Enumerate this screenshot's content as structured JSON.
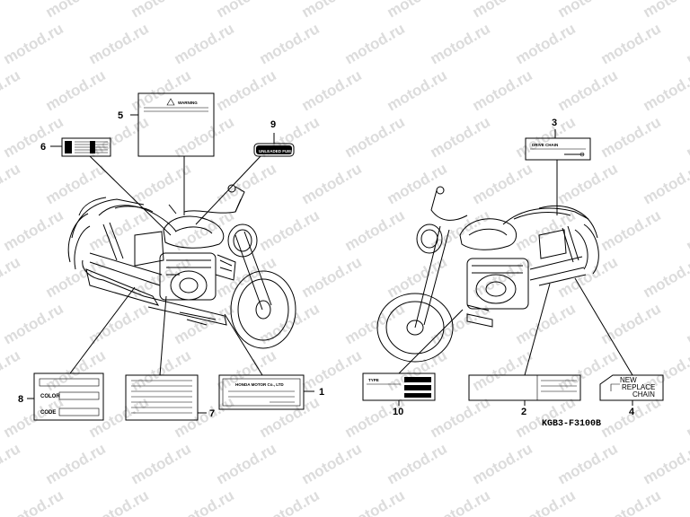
{
  "watermark": "motod.ru",
  "part_code": "KGB3-F3100B",
  "callouts": {
    "c1": "1",
    "c2": "2",
    "c3": "3",
    "c4": "4",
    "c5": "5",
    "c6": "6",
    "c7": "7",
    "c8": "8",
    "c9": "9",
    "c10": "10"
  },
  "labels": {
    "warning": "WARNING",
    "emission": "UNLEADED FUEL",
    "drive_chain": "DRIVE CHAIN",
    "honda": "HONDA MOTOR Co., LTD",
    "color": "COLOR",
    "code": "CODE",
    "type": "TYPE",
    "new_line1": "NEW",
    "new_line2": "REPLACE",
    "new_line3": "CHAIN"
  }
}
